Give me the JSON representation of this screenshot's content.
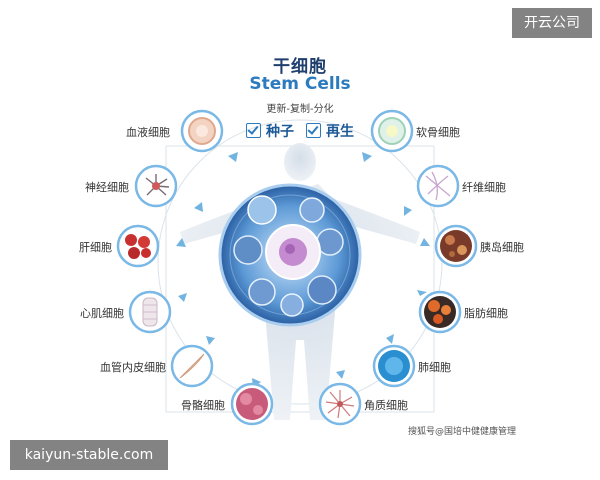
{
  "header": {
    "title_zh": "干细胞",
    "title_en": "Stem Cells",
    "subtitle": "更新-复制-分化",
    "check_items": [
      "种子",
      "再生"
    ]
  },
  "cells": [
    {
      "id": "blood",
      "label": "血液细胞"
    },
    {
      "id": "nerve",
      "label": "神经细胞"
    },
    {
      "id": "liver",
      "label": "肝细胞"
    },
    {
      "id": "heart",
      "label": "心肌细胞"
    },
    {
      "id": "vessel",
      "label": "血管内皮细胞"
    },
    {
      "id": "bone",
      "label": "骨骼细胞"
    },
    {
      "id": "cartilage",
      "label": "软骨细胞"
    },
    {
      "id": "fiber",
      "label": "纤维细胞"
    },
    {
      "id": "pancreas",
      "label": "胰岛细胞"
    },
    {
      "id": "fat",
      "label": "脂肪细胞"
    },
    {
      "id": "lung",
      "label": "肺细胞"
    },
    {
      "id": "keratin",
      "label": "角质细胞"
    }
  ],
  "watermarks": {
    "top_right": "开云公司",
    "bottom_left": "kaiyun-stable.com",
    "credit": "搜狐号@国培中健健康管理"
  },
  "colors": {
    "accent": "#2c7bbf",
    "ring": "#7ab8e6",
    "arrow": "#5aa7dc"
  }
}
